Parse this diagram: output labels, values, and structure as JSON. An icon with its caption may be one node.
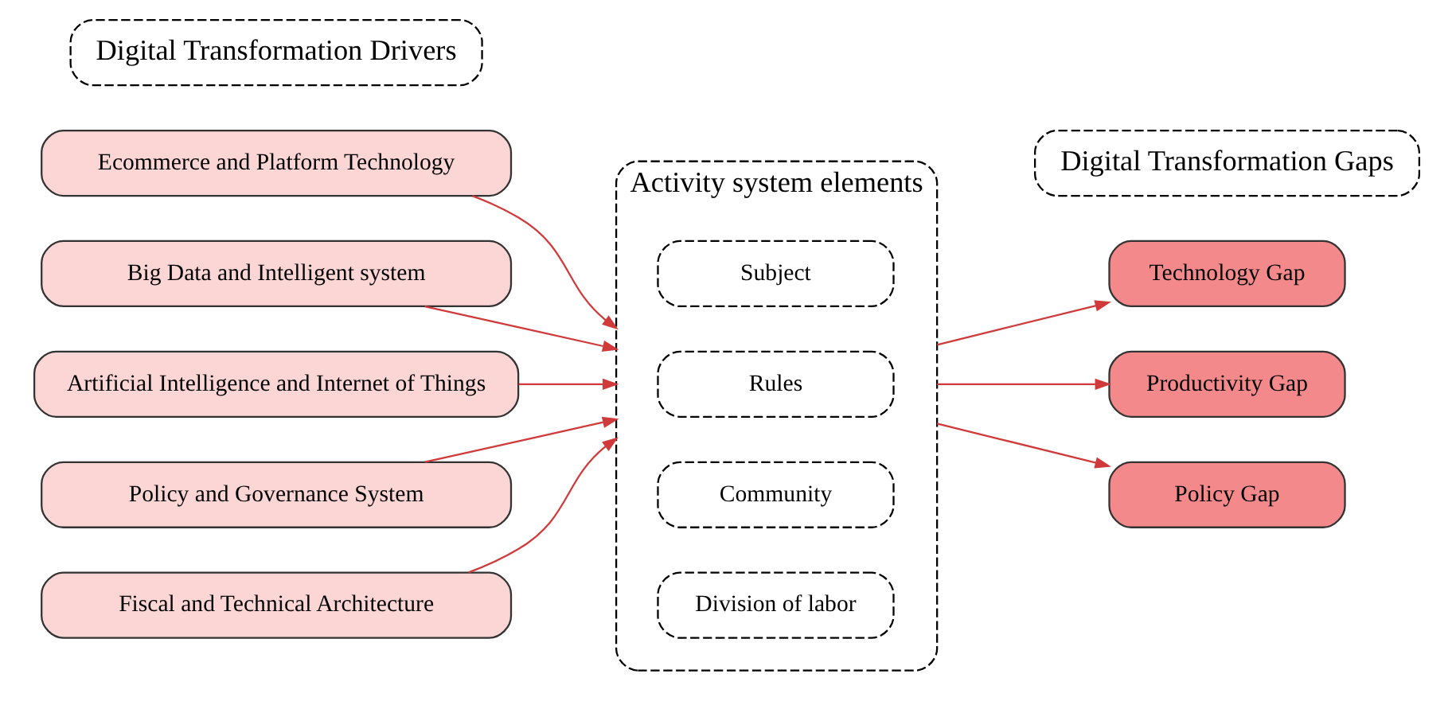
{
  "diagram": {
    "nodes": [
      {
        "text": [
          "Digital Transformation Drivers"
        ]
      },
      {
        "text": [
          "Ecommerce and Platform Technology"
        ]
      },
      {
        "text": [
          "Big Data and Intelligent system"
        ]
      },
      {
        "text": [
          "Artificial Intelligence and Internet of Things"
        ]
      },
      {
        "text": [
          "Policy and Governance System"
        ]
      },
      {
        "text": [
          "Fiscal and Technical Architecture"
        ]
      },
      {
        "text": [
          "Activity system elements"
        ]
      },
      {
        "text": [
          "Subject"
        ],
        "in": 6
      },
      {
        "text": [
          "Rules"
        ],
        "in": 6
      },
      {
        "text": [
          "Community"
        ],
        "in": 6
      },
      {
        "text": [
          "Division of labor"
        ],
        "in": 6
      },
      {
        "text": [
          "Digital Transformation Gaps"
        ]
      },
      {
        "text": [
          "Technology Gap"
        ]
      },
      {
        "text": [
          "Productivity Gap"
        ]
      },
      {
        "text": [
          "Policy Gap"
        ]
      }
    ],
    "edges": [
      {
        "from": 1,
        "to": 6,
        "arrow": "to"
      },
      {
        "from": 2,
        "to": 6,
        "arrow": "to"
      },
      {
        "from": 3,
        "to": 6,
        "arrow": "to"
      },
      {
        "from": 4,
        "to": 6,
        "arrow": "to"
      },
      {
        "from": 5,
        "to": 6,
        "arrow": "to"
      },
      {
        "from": 6,
        "to": 12,
        "arrow": "to"
      },
      {
        "from": 6,
        "to": 13,
        "arrow": "to"
      },
      {
        "from": 6,
        "to": 14,
        "arrow": "to"
      }
    ]
  }
}
